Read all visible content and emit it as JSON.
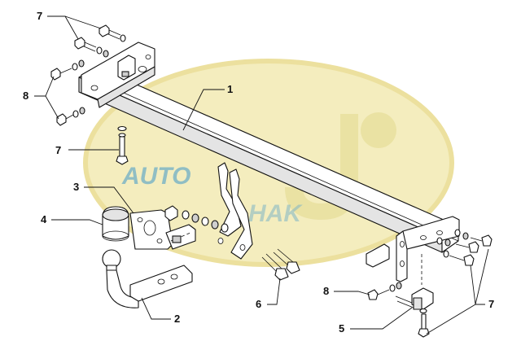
{
  "watermark": {
    "text_left": "AUTO",
    "text_right": "HAK",
    "colors": {
      "oval": "#f1e8a9",
      "oval_edge": "#e6d67e",
      "text": "#7fb6c6",
      "hook": "#e9e0a0"
    }
  },
  "callouts": {
    "c1": "1",
    "c2": "2",
    "c3": "3",
    "c4": "4",
    "c5": "5",
    "c6": "6",
    "c7_top": "7",
    "c7_left": "7",
    "c7_right": "7",
    "c8_left": "8",
    "c8_right": "8"
  }
}
